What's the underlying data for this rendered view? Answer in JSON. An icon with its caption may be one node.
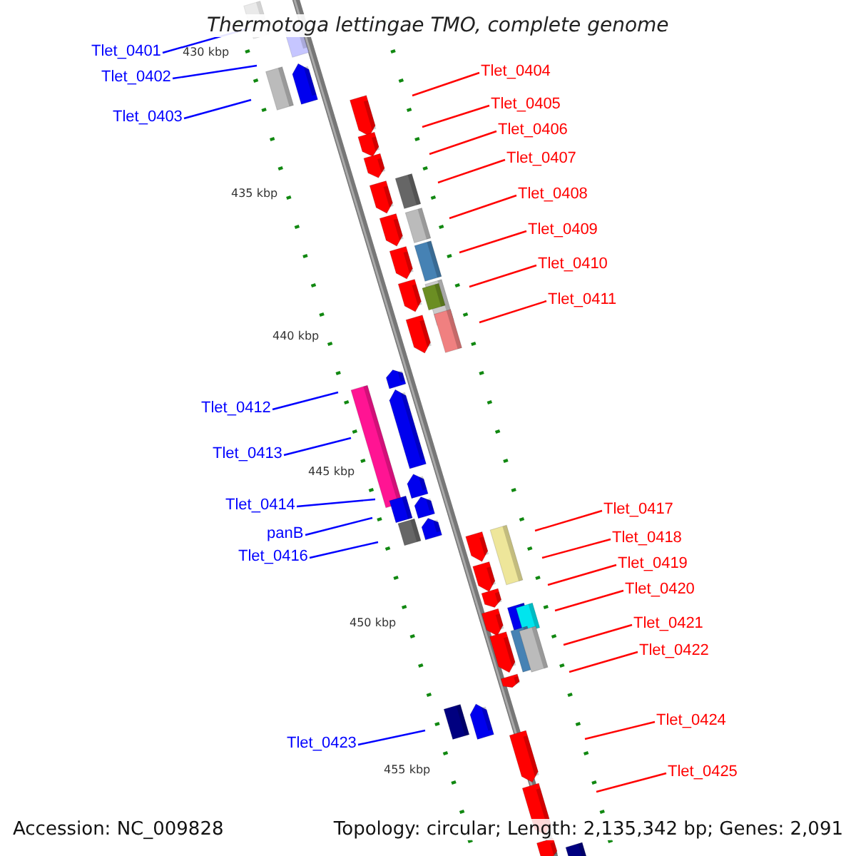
{
  "diagram": {
    "title": "Thermotoga lettingae TMO, complete genome",
    "nodes": [
      {
        "text": [
          "Tlet_0401"
        ]
      },
      {
        "text": [
          "Tlet_0402"
        ]
      },
      {
        "text": [
          "Tlet_0403"
        ]
      },
      {
        "text": [
          "Tlet_0404"
        ]
      },
      {
        "text": [
          "Tlet_0405"
        ]
      },
      {
        "text": [
          "Tlet_0406"
        ]
      },
      {
        "text": [
          "Tlet_0407"
        ]
      },
      {
        "text": [
          "Tlet_0408"
        ]
      },
      {
        "text": [
          "Tlet_0409"
        ]
      },
      {
        "text": [
          "Tlet_0410"
        ]
      },
      {
        "text": [
          "Tlet_0411"
        ]
      },
      {
        "text": [
          "Tlet_0412"
        ]
      },
      {
        "text": [
          "Tlet_0413"
        ]
      },
      {
        "text": [
          "Tlet_0414"
        ]
      },
      {
        "text": [
          "panB"
        ]
      },
      {
        "text": [
          "Tlet_0416"
        ]
      },
      {
        "text": [
          "Tlet_0417"
        ]
      },
      {
        "text": [
          "Tlet_0418"
        ]
      },
      {
        "text": [
          "Tlet_0419"
        ]
      },
      {
        "text": [
          "Tlet_0420"
        ]
      },
      {
        "text": [
          "Tlet_0421"
        ]
      },
      {
        "text": [
          "Tlet_0422"
        ]
      },
      {
        "text": [
          "Tlet_0423"
        ]
      },
      {
        "text": [
          "Tlet_0424"
        ]
      },
      {
        "text": [
          "Tlet_0425"
        ]
      }
    ],
    "edges": [
      {
        "from": 0,
        "to": null,
        "arrow": "none",
        "color": "#0000ff"
      },
      {
        "from": 1,
        "to": null,
        "arrow": "none",
        "color": "#0000ff"
      },
      {
        "from": 2,
        "to": null,
        "arrow": "none",
        "color": "#0000ff"
      },
      {
        "from": 3,
        "to": null,
        "arrow": "none"
      },
      {
        "from": 4,
        "to": null,
        "arrow": "none"
      },
      {
        "from": 5,
        "to": null,
        "arrow": "none"
      },
      {
        "from": 6,
        "to": null,
        "arrow": "none"
      },
      {
        "from": 7,
        "to": null,
        "arrow": "none"
      },
      {
        "from": 8,
        "to": null,
        "arrow": "none"
      },
      {
        "from": 9,
        "to": null,
        "arrow": "none"
      },
      {
        "from": 10,
        "to": null,
        "arrow": "none"
      },
      {
        "from": 11,
        "to": null,
        "arrow": "none",
        "color": "#0000ff"
      },
      {
        "from": 12,
        "to": null,
        "arrow": "none",
        "color": "#0000ff"
      },
      {
        "from": 13,
        "to": null,
        "arrow": "none",
        "color": "#0000ff"
      },
      {
        "from": 14,
        "to": null,
        "arrow": "none",
        "color": "#0000ff"
      },
      {
        "from": 15,
        "to": null,
        "arrow": "none",
        "color": "#0000ff"
      },
      {
        "from": 16,
        "to": null,
        "arrow": "none"
      },
      {
        "from": 17,
        "to": null,
        "arrow": "none"
      },
      {
        "from": 18,
        "to": null,
        "arrow": "none"
      },
      {
        "from": 19,
        "to": null,
        "arrow": "none"
      },
      {
        "from": 20,
        "to": null,
        "arrow": "none"
      },
      {
        "from": 21,
        "to": null,
        "arrow": "none"
      },
      {
        "from": 22,
        "to": null,
        "arrow": "none",
        "color": "#0000ff"
      },
      {
        "from": 23,
        "to": null,
        "arrow": "none"
      },
      {
        "from": 24,
        "to": null,
        "arrow": "none"
      }
    ],
    "labels": [
      "430 kbp",
      "435 kbp",
      "440 kbp",
      "445 kbp",
      "450 kbp",
      "455 kbp",
      "Accession: NC_009828",
      "Topology: circular; Length: 2,135,342 bp; Genes: 2,091"
    ]
  }
}
